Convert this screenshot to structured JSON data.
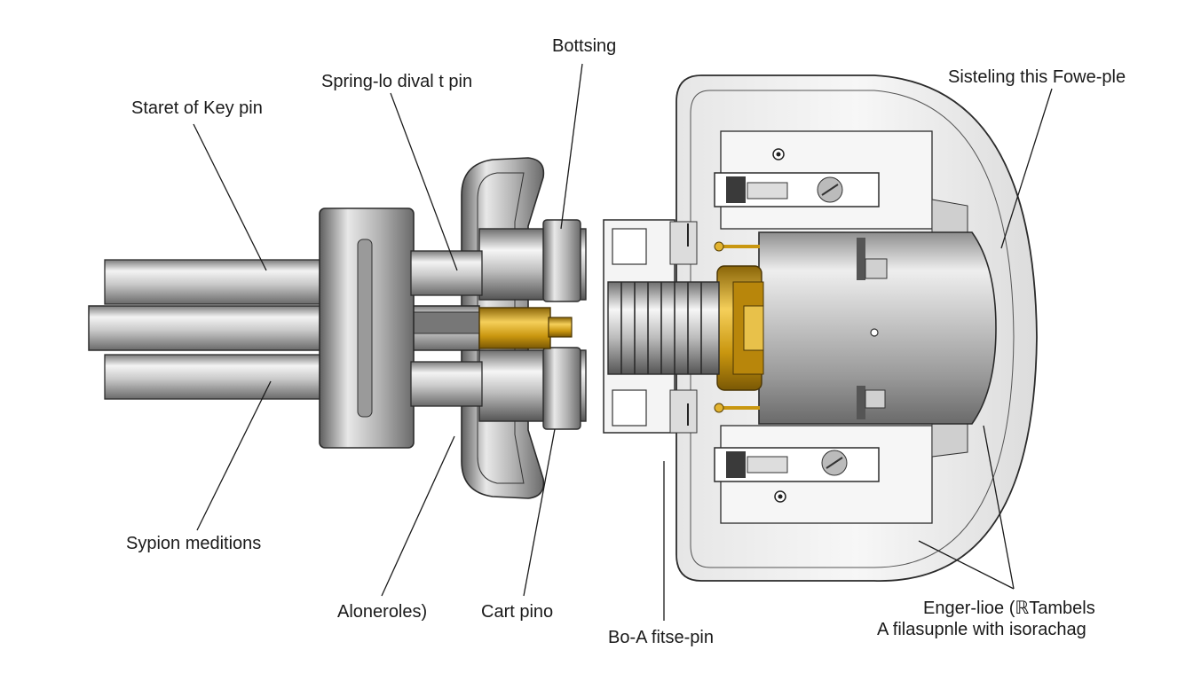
{
  "labels": {
    "starter_key_pin": "Staret of Key pin",
    "spring_loaded_pin": "Spring-lo dival t pin",
    "bottsing": "Bottsing",
    "stealing_fowple": "Sisteling this Fowe-ple",
    "sypion_meditions": "Sypion meditions",
    "alonerolles": "Aloneroles)",
    "cart_pino": "Cart pino",
    "bo_a_false_pin": "Bo-A fitse-pin",
    "enger_line_tambels": "Enger-lioe (ℝTambels",
    "filarsuple_isorachag": "A filasupnle with isorachag"
  },
  "colors": {
    "steel_light": "#eeeeee",
    "steel_mid": "#b5b5b5",
    "steel_dark": "#5a5a5a",
    "brass": "#d4a017",
    "housing": "#f2f2f2",
    "line": "#1a1a1a"
  }
}
